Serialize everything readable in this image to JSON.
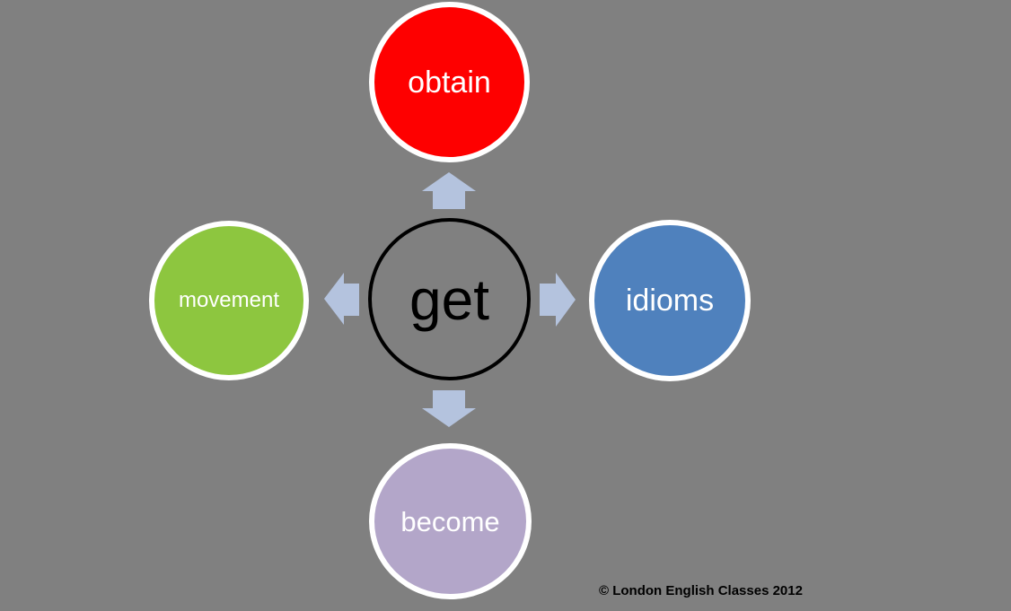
{
  "diagram": {
    "center": {
      "label": "get"
    },
    "nodes": [
      {
        "id": "top",
        "label": "obtain",
        "color": "#fe0000",
        "position": "above center"
      },
      {
        "id": "right",
        "label": "idioms",
        "color": "#4f81bd",
        "position": "right of center"
      },
      {
        "id": "bottom",
        "label": "become",
        "color": "#b3a6c9",
        "position": "below center"
      },
      {
        "id": "left",
        "label": "movement",
        "color": "#8dc63f",
        "position": "left of center"
      }
    ],
    "arrows": [
      {
        "id": "up",
        "direction": "from center to obtain"
      },
      {
        "id": "right",
        "direction": "from center to idioms"
      },
      {
        "id": "down",
        "direction": "from center to become"
      },
      {
        "id": "left",
        "direction": "from center to movement"
      }
    ]
  },
  "footer": {
    "copyright": "© London English Classes 2012"
  },
  "colors": {
    "background": "#808080",
    "arrow": "#b4c3de",
    "node_border": "#ffffff",
    "center_ring": "#000000",
    "node_text": "#ffffff",
    "center_text": "#000000",
    "copyright_text": "#000000"
  }
}
